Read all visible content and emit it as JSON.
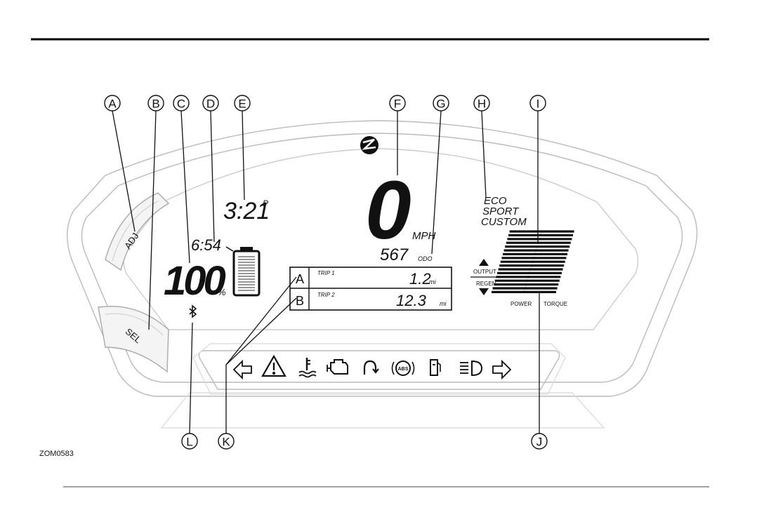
{
  "figure_code": "ZOM0583",
  "callouts": {
    "A": "A",
    "B": "B",
    "C": "C",
    "D": "D",
    "E": "E",
    "F": "F",
    "G": "G",
    "H": "H",
    "I": "I",
    "J": "J",
    "K": "K",
    "L": "L"
  },
  "buttons": {
    "adjust": "ADJ",
    "select": "SEL"
  },
  "display": {
    "clock": "3:21",
    "clock_suffix": "P",
    "charge_time": "6:54",
    "battery_percent": "100",
    "percent_unit": "%",
    "speed": "0",
    "speed_unit": "MPH",
    "odometer": "567",
    "odometer_unit": "ODO",
    "riding_modes": [
      "ECO",
      "SPORT",
      "CUSTOM"
    ],
    "trip_a": {
      "letter": "A",
      "label": "TRIP 1",
      "value": "1.2",
      "unit": "mi"
    },
    "trip_b": {
      "letter": "B",
      "label": "TRIP 2",
      "value": "12.3",
      "unit": "mi"
    },
    "gauge": {
      "output_label": "OUTPUT",
      "regen_label": "REGEN",
      "power_label": "POWER",
      "torque_label": "TORQUE"
    }
  },
  "indicators": [
    "left-turn",
    "warning",
    "coolant-temp",
    "check-engine",
    "traction-control",
    "abs",
    "fuel-door",
    "high-beam",
    "right-turn"
  ]
}
